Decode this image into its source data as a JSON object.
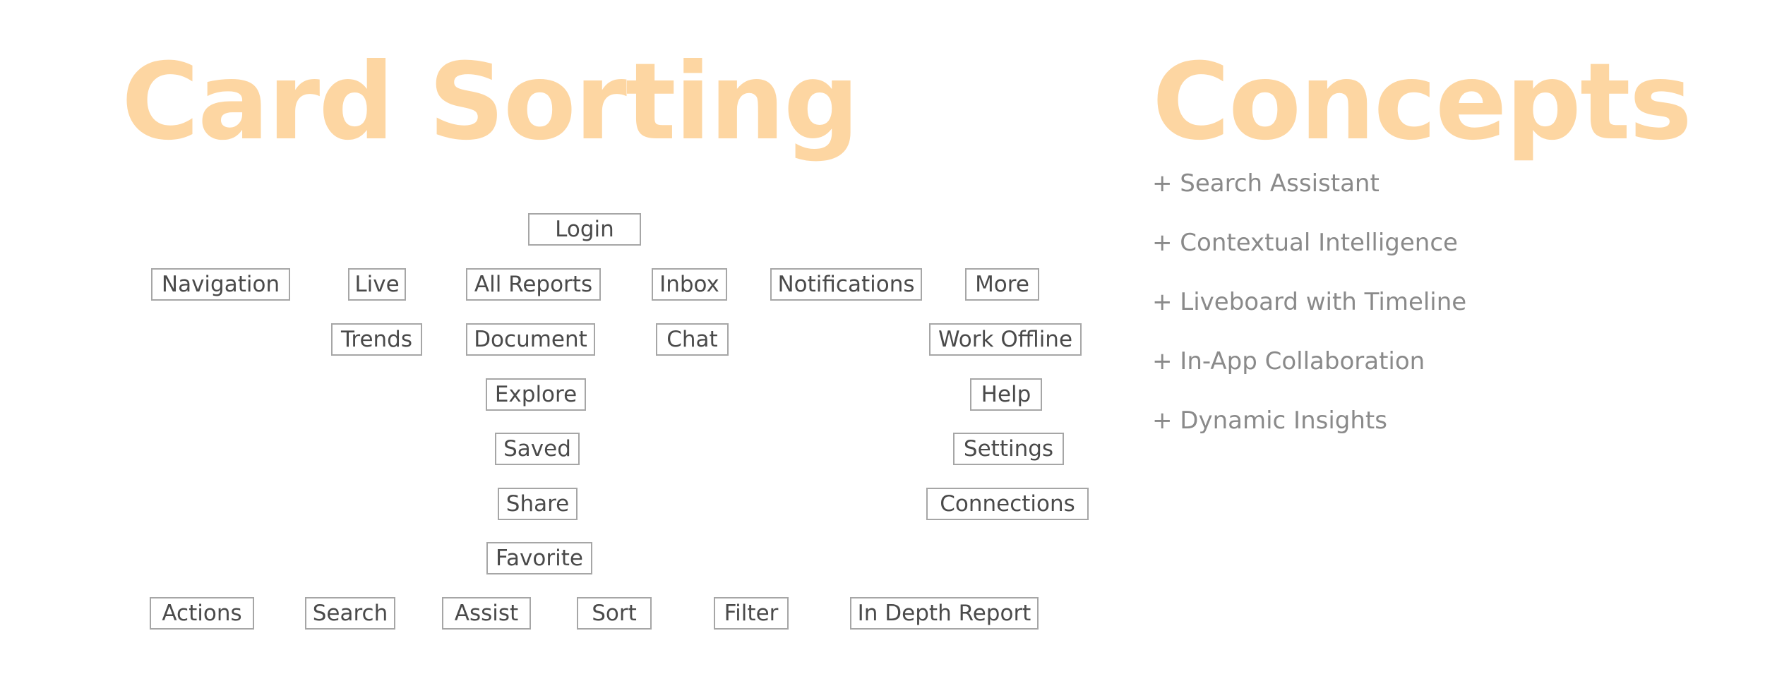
{
  "headings": {
    "left": "Card Sorting",
    "right": "Concepts"
  },
  "cards": {
    "login": "Login",
    "navigation": "Navigation",
    "live": "Live",
    "all_reports": "All Reports",
    "inbox": "Inbox",
    "notifications": "Notifications",
    "more": "More",
    "trends": "Trends",
    "document": "Document",
    "chat": "Chat",
    "work_offline": "Work Offline",
    "explore": "Explore",
    "help": "Help",
    "saved": "Saved",
    "settings": "Settings",
    "share": "Share",
    "connections": "Connections",
    "favorite": "Favorite",
    "actions": "Actions",
    "search": "Search",
    "assist": "Assist",
    "sort": "Sort",
    "filter": "Filter",
    "in_depth_report": "In Depth Report"
  },
  "concepts": [
    "+ Search Assistant",
    "+ Contextual Intelligence",
    "+ Liveboard with Timeline",
    "+ In-App Collaboration",
    "+ Dynamic Insights"
  ],
  "colors": {
    "heading": "#FDD6A2",
    "card_border": "#a6a6a6",
    "card_text": "#4a4a4a",
    "concept_text": "#8a8a8a"
  }
}
